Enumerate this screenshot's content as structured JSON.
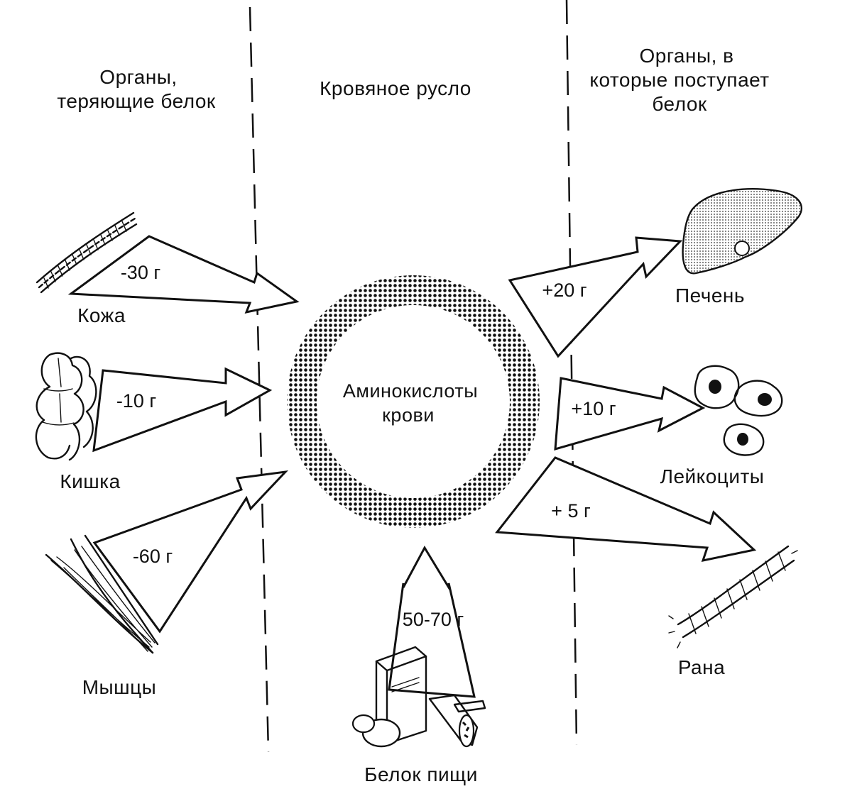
{
  "columns": {
    "left": [
      "Органы,",
      "теряющие белок"
    ],
    "middle": [
      "Кровяное русло"
    ],
    "right": [
      "Органы, в",
      "которые поступает",
      "белок"
    ]
  },
  "center": {
    "lines": [
      "Аминокислоты",
      "крови"
    ]
  },
  "sources": [
    {
      "name": "Кожа",
      "amount": "-30 г",
      "icon": "skin-icon"
    },
    {
      "name": "Кишка",
      "amount": "-10 г",
      "icon": "intestine-icon"
    },
    {
      "name": "Мышцы",
      "amount": "-60 г",
      "icon": "muscle-icon"
    }
  ],
  "food": {
    "name": "Белок пищи",
    "amount": "50-70 г",
    "icon": "food-icon"
  },
  "targets": [
    {
      "name": "Печень",
      "amount": "+20 г",
      "icon": "liver-icon"
    },
    {
      "name": "Лейкоциты",
      "amount": "+10 г",
      "icon": "leukocytes-icon"
    },
    {
      "name": "Рана",
      "amount": "+ 5 г",
      "icon": "wound-icon"
    }
  ]
}
